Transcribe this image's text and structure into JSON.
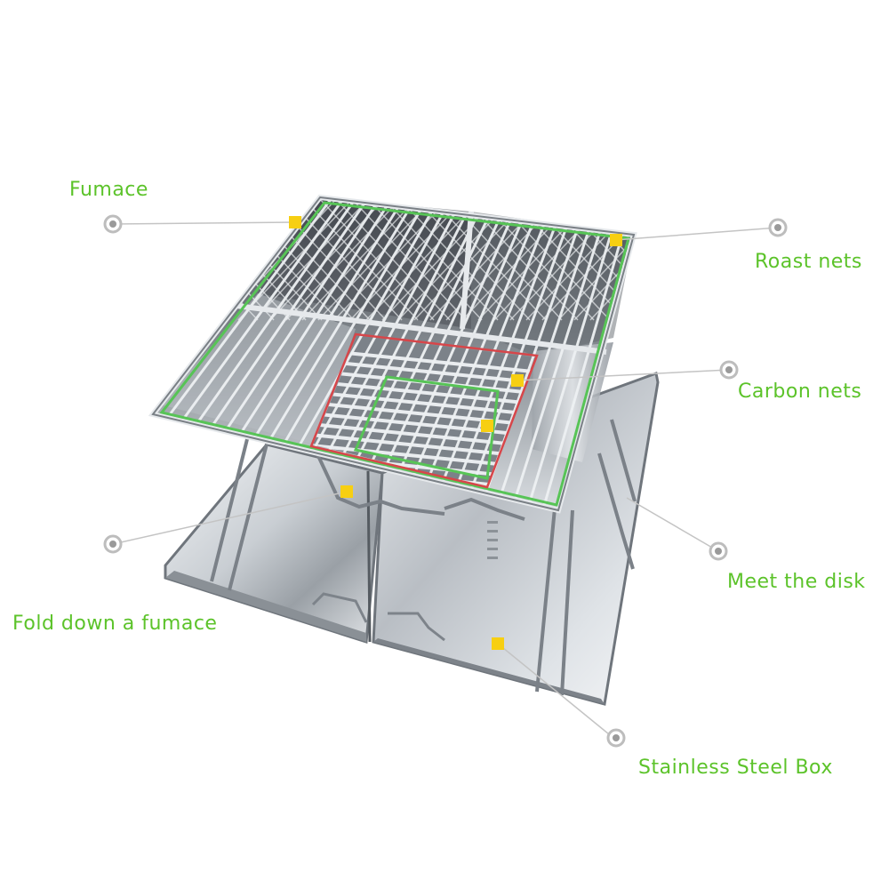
{
  "colors": {
    "label": "#5cc32a",
    "marker": "#f7cf12",
    "green_outline": "#57c456",
    "red_outline": "#d7464a",
    "leader_line": "#c4c4c4",
    "dot_outer": "#bdbdbd",
    "dot_inner": "#9a9a9a",
    "steel_light": "#eceff2",
    "steel_mid": "#c6cbd0",
    "steel_dark": "#6f757c"
  },
  "labels": {
    "furnace": "Fumace",
    "roast_nets": "Roast nets",
    "carbon_nets": "Carbon nets",
    "fold_down": "Fold down a fumace",
    "meet_disk": "Meet the disk",
    "steel_box": "Stainless Steel Box"
  },
  "icons": {
    "marker": "yellow-square-marker",
    "endpoint": "circle-target-dot"
  }
}
